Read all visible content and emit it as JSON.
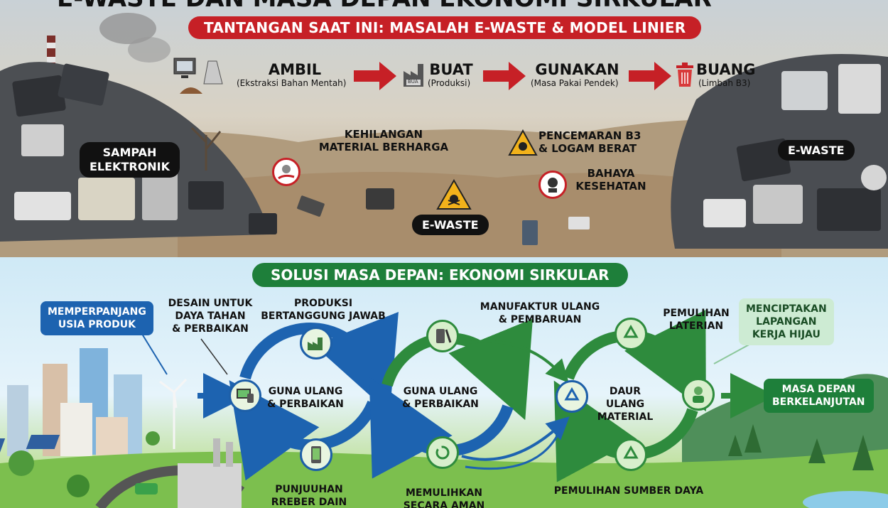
{
  "title_cut": "E-WASTE DAN MASA DEPAN EKONOMI SIRKULAR",
  "top": {
    "banner": "TANTANGAN SAAT INI: MASALAH E-WASTE & MODEL LINIER",
    "steps": [
      {
        "title": "AMBIL",
        "sub": "(Ekstraksi Bahan Mentah)"
      },
      {
        "title": "BUAT",
        "sub": "(Produksi)"
      },
      {
        "title": "GUNAKAN",
        "sub": "(Masa Pakai Pendek)"
      },
      {
        "title": "BUANG",
        "sub": "(Limbah B3)"
      }
    ],
    "factory_sign": "BUA",
    "left_pile_label": "SAMPAH\nELEKTRONIK",
    "right_pile_label": "E-WASTE",
    "center_label": "E-WASTE",
    "issues": {
      "material": "KEHILANGAN\nMATERIAL BERHARGA",
      "pollution": "PENCEMARAN B3\n& LOGAM BERAT",
      "health": "BAHAYA\nKESEHATAN"
    }
  },
  "bottom": {
    "banner": "SOLUSI MASA DEPAN: EKONOMI SIRKULAR",
    "callouts": {
      "extend": "MEMPERPANJANG\nUSIA PRODUK",
      "green_jobs": "MENCIPTAKAN\nLAPANGAN\nKERJA HIJAU",
      "future": "MASA DEPAN\nBERKELANJUTAN"
    },
    "labels": {
      "design": "DESAIN UNTUK\nDAYA TAHAN\n& PERBAIKAN",
      "production": "PRODUKSI\nBERTANGGUNG JAWAB",
      "reuse1": "GUNA ULANG\n& PERBAIKAN",
      "reuse2": "GUNA ULANG\n& PERBAIKAN",
      "remanufacture": "MANUFAKTUR ULANG\n& PEMBARUAN",
      "recovery_top": "PEMULIHAN\nLATERIAN",
      "recycle": "DAUR ULANG\nMATERIAL",
      "resource_recovery": "PEMULIHAN SUMBER DAYA",
      "bottom_left": "PUNJUUHAN\nRREBER DAIN",
      "safe_recovery": "MEMULIHKAN\nSECARA AMAN"
    }
  },
  "colors": {
    "red": "#c62026",
    "green": "#1e7f3a",
    "blue": "#1d63b0",
    "light_green": "#4aa33b"
  }
}
